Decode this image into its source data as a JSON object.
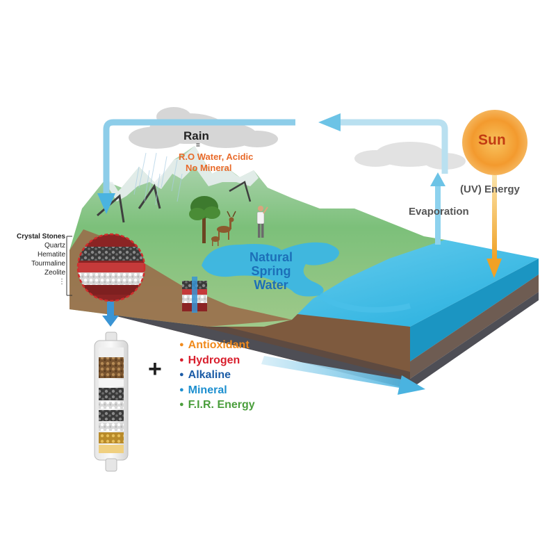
{
  "labels": {
    "rain": "Rain",
    "rain_equals": "=",
    "ro_line1": "R.O Water, Acidic",
    "ro_line2": "No Mineral",
    "sun": "Sun",
    "uv_energy": "(UV) Energy",
    "evaporation": "Evaporation",
    "spring_line1": "Natural",
    "spring_line2": "Spring Water"
  },
  "crystal_stones": {
    "title": "Crystal Stones",
    "items": [
      "Quartz",
      "Hematite",
      "Tourmaline",
      "Zeolite",
      "⋮"
    ]
  },
  "plus": "+",
  "benefits": [
    {
      "text": "Antioxidant",
      "color": "#f08a1c"
    },
    {
      "text": "Hydrogen",
      "color": "#d81e2c"
    },
    {
      "text": "Alkaline",
      "color": "#1a5ba6"
    },
    {
      "text": "Mineral",
      "color": "#1d8fcf"
    },
    {
      "text": "F.I.R. Energy",
      "color": "#4a9e3c"
    }
  ],
  "colors": {
    "arrow": "#5bb7e0",
    "sea": "#2eb4e0",
    "mountain": "#7cc07a",
    "soil": "#9a6848",
    "sun_core": "#f7a23a",
    "uv_arrow": "#f5a623"
  }
}
